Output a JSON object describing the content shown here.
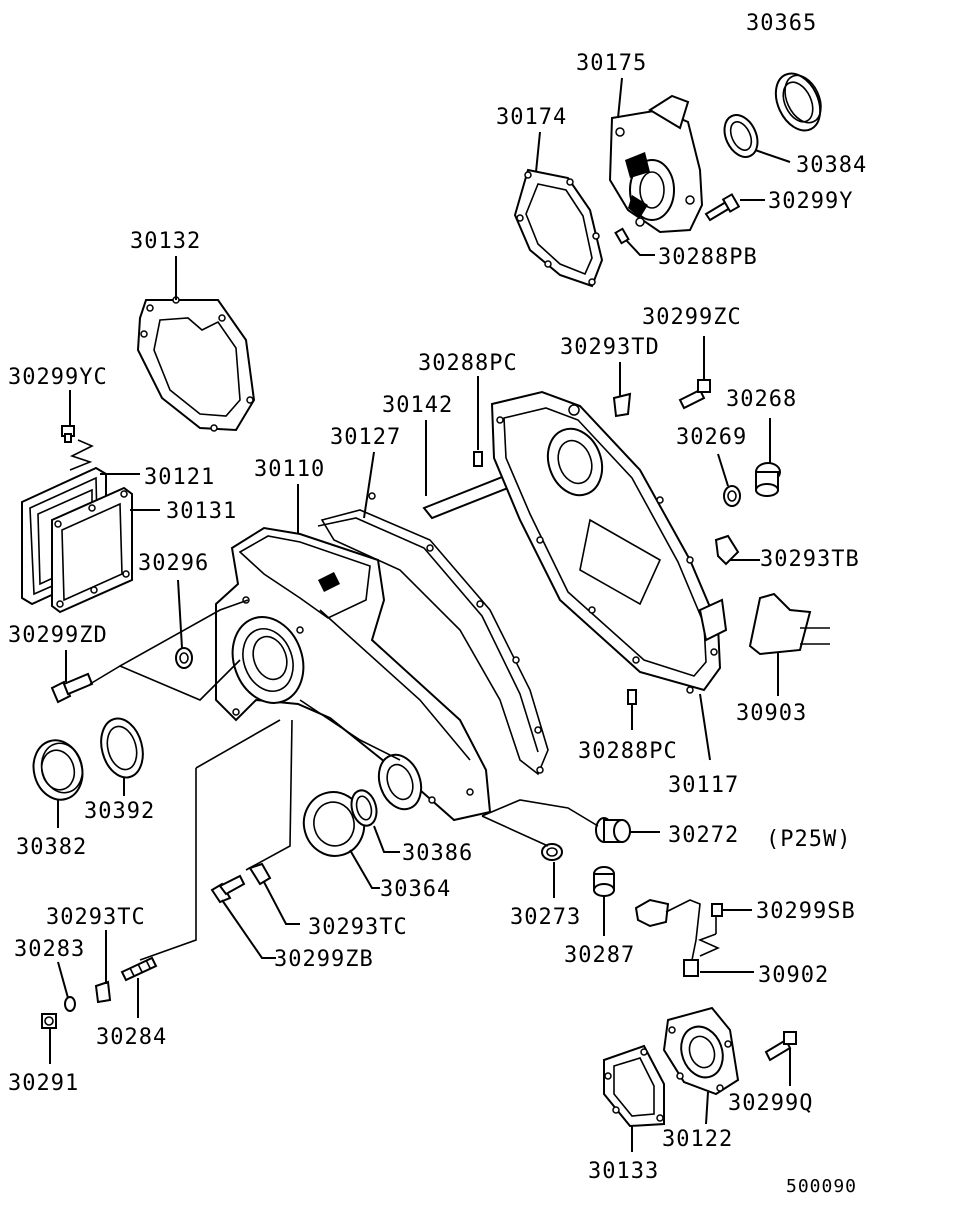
{
  "diagram_id": "500090",
  "part_labels": {
    "p30365": "30365",
    "p30175": "30175",
    "p30174": "30174",
    "p30384": "30384",
    "p30299Y": "30299Y",
    "p30288PB": "30288PB",
    "p30132": "30132",
    "p30299ZC": "30299ZC",
    "p30288PC_top": "30288PC",
    "p30293TD": "30293TD",
    "p30299YC": "30299YC",
    "p30142": "30142",
    "p30268": "30268",
    "p30127": "30127",
    "p30269": "30269",
    "p30121": "30121",
    "p30110": "30110",
    "p30131": "30131",
    "p30293TB": "30293TB",
    "p30296": "30296",
    "p30299ZD": "30299ZD",
    "p30903": "30903",
    "p30288PC_bottom": "30288PC",
    "p30117": "30117",
    "p30392": "30392",
    "p30382": "30382",
    "p30272": "30272",
    "p30272_note": "(P25W)",
    "p30386": "30386",
    "p30364": "30364",
    "p30273": "30273",
    "p30293TC_left": "30293TC",
    "p30293TC_mid": "30293TC",
    "p30299SB": "30299SB",
    "p30283": "30283",
    "p30299ZB": "30299ZB",
    "p30287": "30287",
    "p30902": "30902",
    "p30284": "30284",
    "p30291": "30291",
    "p30299Q": "30299Q",
    "p30122": "30122",
    "p30133": "30133"
  }
}
